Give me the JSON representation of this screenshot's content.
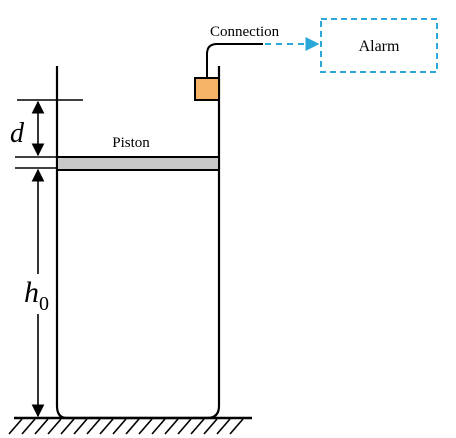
{
  "labels": {
    "connection": "Connection",
    "alarm": "Alarm",
    "piston": "Piston",
    "d": "d",
    "h_main": "h",
    "h_sub": "0"
  },
  "colors": {
    "line": "#000000",
    "piston_fill": "#c8c8c8",
    "sensor_fill": "#f5b366",
    "alarm_border": "#2aa7d8",
    "connection_dash": "#2aa7d8"
  },
  "icons": {
    "sensor": "sensor-box-icon",
    "ground": "ground-hatch-icon"
  }
}
